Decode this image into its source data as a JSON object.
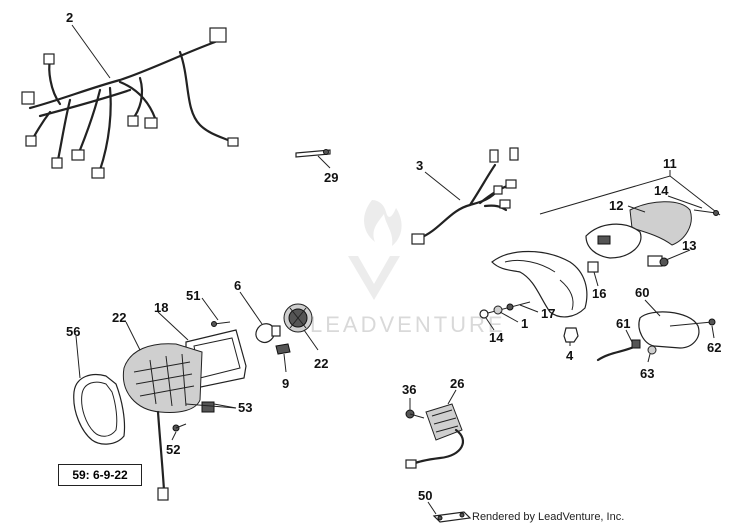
{
  "watermark": {
    "text": "LEADVENTURE"
  },
  "footer": {
    "text": "Rendered by LeadVenture, Inc."
  },
  "box_label": {
    "text": "59: 6-9-22"
  },
  "callouts": {
    "c2": "2",
    "c29": "29",
    "c3": "3",
    "c11": "11",
    "c14a": "14",
    "c12": "12",
    "c13": "13",
    "c16": "16",
    "c17": "17",
    "c1": "1",
    "c14b": "14",
    "c4": "4",
    "c60": "60",
    "c61": "61",
    "c62": "62",
    "c63": "63",
    "c6": "6",
    "c51": "51",
    "c18": "18",
    "c22a": "22",
    "c22b": "22",
    "c56": "56",
    "c9": "9",
    "c53": "53",
    "c52": "52",
    "c36": "36",
    "c26": "26",
    "c50": "50"
  },
  "colors": {
    "line": "#222222",
    "watermark": "#d9d9d9",
    "shade": "#cfcfcf"
  }
}
